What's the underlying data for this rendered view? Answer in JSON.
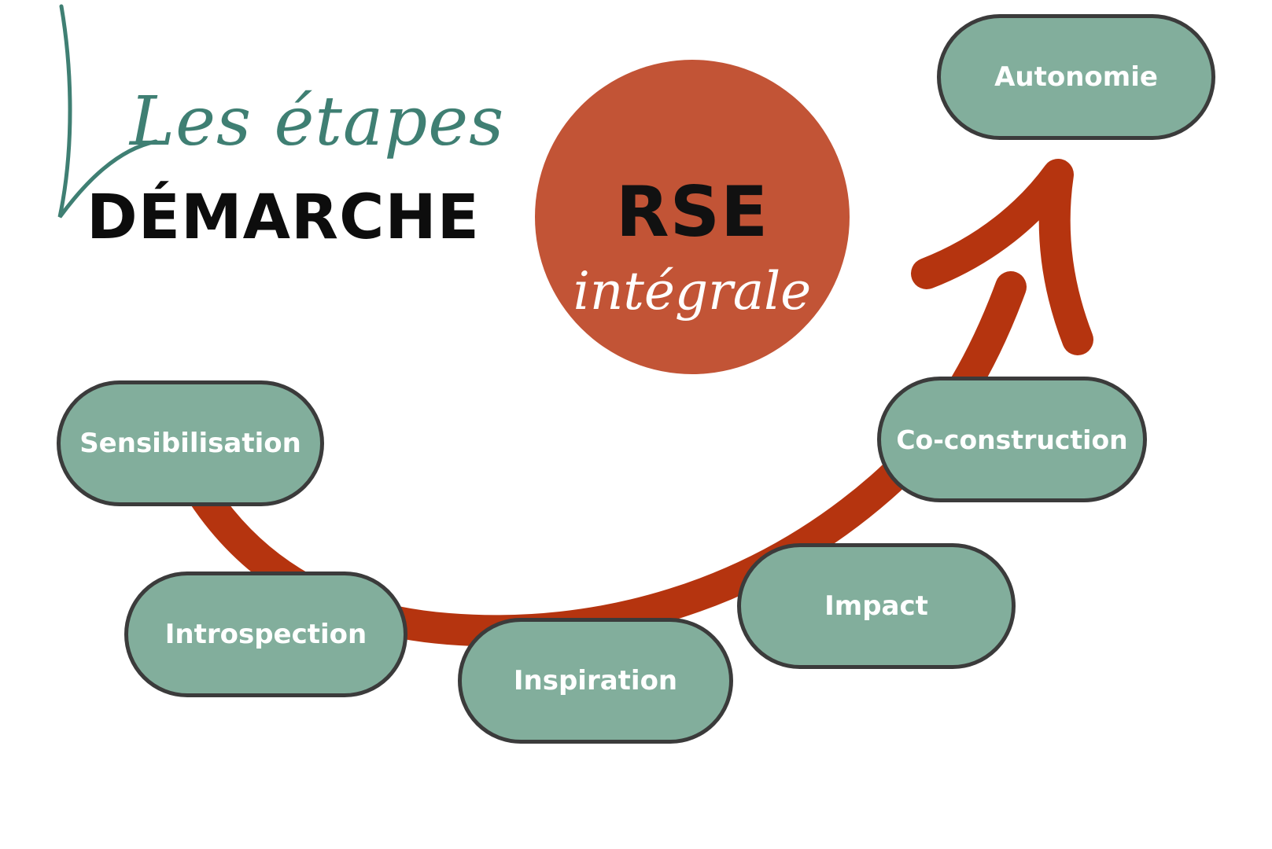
{
  "title": {
    "script_line": "Les étapes",
    "bold_line": "DÉMARCHE"
  },
  "badge": {
    "main": "RSE",
    "sub": "intégrale",
    "color": "#c25436"
  },
  "steps": [
    {
      "label": "Sensibilisation"
    },
    {
      "label": "Introspection"
    },
    {
      "label": "Inspiration"
    },
    {
      "label": "Impact"
    },
    {
      "label": "Co-construction"
    },
    {
      "label": "Autonomie"
    }
  ],
  "colors": {
    "step_fill": "#82ae9c",
    "step_border": "#3b3b3b",
    "arrow": "#b5340f",
    "script_title": "#3f7f73"
  }
}
